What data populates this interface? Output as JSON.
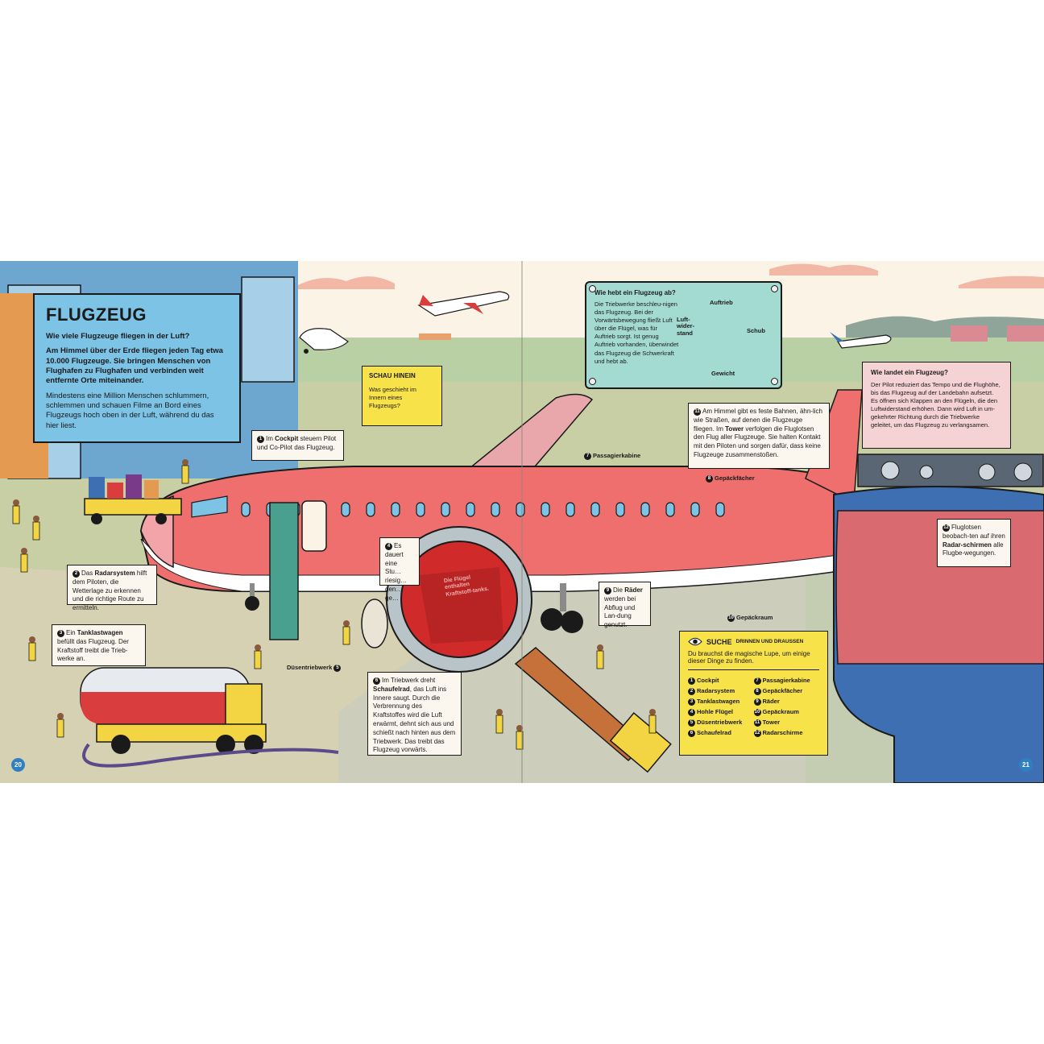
{
  "title_box": {
    "heading": "FLUGZEUG",
    "question": "Wie viele Flugzeuge fliegen in der Luft?",
    "answer": "Am Himmel über der Erde fliegen jeden Tag etwa 10.000 Flugzeuge. Sie bringen Menschen von Flughafen zu Flughafen und verbinden weit entfernte Orte miteinander.",
    "text": "Mindestens eine Million Menschen schlummern, schlemmen und schauen Filme an Bord eines Flugzeugs hoch oben in der Luft, während du das hier liest."
  },
  "peek": {
    "heading": "SCHAU HINEIN",
    "text": "Was geschieht im Innern eines Flugzeugs?"
  },
  "lift_box": {
    "heading": "Wie hebt ein Flugzeug ab?",
    "text": "Die Triebwerke beschleu-nigen das Flugzeug. Bei der Vorwärtsbewegung fließt Luft über die Flügel, was für Auftrieb sorgt. Ist genug Auftrieb vorhanden, überwindet das Flugzeug die Schwerkraft und hebt ab.",
    "labels": {
      "up": "Auftrieb",
      "right": "Schub",
      "left": "Luft-wider-stand",
      "down": "Gewicht"
    }
  },
  "land_box": {
    "heading": "Wie landet ein Flugzeug?",
    "text": "Der Pilot reduziert das Tempo und die Flughöhe, bis das Flugzeug auf der Landebahn aufsetzt. Es öffnen sich Klappen an den Flügeln, die den Luftwiderstand erhöhen. Dann wird Luft in um-gekehrter Richtung durch die Triebwerke geleitet, um das Flugzeug zu verlangsamen."
  },
  "callouts": {
    "cockpit": {
      "num": "1",
      "strong": "Cockpit",
      "pre": "Im ",
      "post": " steuern Pilot und Co-Pilot das Flugzeug."
    },
    "radar": {
      "num": "2",
      "strong": "Radarsystem",
      "pre": "Das ",
      "post": " hilft dem Piloten, die Wetterlage zu erkennen und die richtige Route zu ermitteln."
    },
    "tanker": {
      "num": "3",
      "strong": "Tanklastwagen",
      "pre": "Ein ",
      "post": " befüllt das Flugzeug. Der Kraftstoff treibt die Trieb-werke an."
    },
    "wing": {
      "num": "4",
      "pre": "Es dauert",
      "post": " eine Stu… riesig… den… ge…"
    },
    "fan": {
      "num": "6",
      "pre": "Im Triebwerk dreht ",
      "strong": "Schaufelrad",
      "post": ", das Luft ins Innere saugt. Durch die Verbrennung des Kraftstoffes wird die Luft erwärmt, dehnt sich aus und schießt nach hinten aus dem Triebwerk. Das treibt das Flugzeug vorwärts."
    },
    "wheels": {
      "num": "9",
      "pre": "Die ",
      "strong": "Räder",
      "post": " werden bei Abflug und Lan-dung genutzt."
    },
    "tower": {
      "num": "11",
      "pre": "Am Himmel gibt es feste Bahnen, ähn-lich wie Straßen, auf denen die Flugzeuge fliegen. Im ",
      "strong": "Tower",
      "post": " verfolgen die Fluglotsen den Flug aller Flugzeuge. Sie halten Kontakt mit den Piloten und sorgen dafür, dass keine Flugzeuge zusammenstoßen."
    },
    "screens": {
      "num": "12",
      "pre": "Fluglotsen beobach-ten auf ihren ",
      "strong": "Radar-schirmen",
      "post": " alle Flugbe-wegungen."
    }
  },
  "labels": {
    "passenger_cabin": {
      "num": "7",
      "text": "Passagierkabine"
    },
    "luggage_bins": {
      "num": "8",
      "text": "Gepäckfächer"
    },
    "cargo_hold": {
      "num": "10",
      "text": "Gepäckraum"
    },
    "engine": {
      "num": "5",
      "text": "Düsentriebwerk"
    }
  },
  "magnifier_text": "Die Flügel enthalten Kraftstoff-tanks.",
  "search": {
    "heading": "SUCHE",
    "heading_small": "DRINNEN UND DRAUSSEN",
    "text": "Du brauchst die magische Lupe, um einige dieser Dinge zu finden.",
    "items": [
      {
        "num": "1",
        "label": "Cockpit"
      },
      {
        "num": "7",
        "label": "Passagierkabine"
      },
      {
        "num": "2",
        "label": "Radarsystem"
      },
      {
        "num": "8",
        "label": "Gepäckfächer"
      },
      {
        "num": "3",
        "label": "Tanklastwagen"
      },
      {
        "num": "9",
        "label": "Räder"
      },
      {
        "num": "4",
        "label": "Hohle Flügel"
      },
      {
        "num": "10",
        "label": "Gepäckraum"
      },
      {
        "num": "5",
        "label": "Düsentriebwerk"
      },
      {
        "num": "11",
        "label": "Tower"
      },
      {
        "num": "6",
        "label": "Schaufelrad"
      },
      {
        "num": "12",
        "label": "Radarschirme"
      }
    ]
  },
  "pages": {
    "left": "20",
    "right": "21"
  },
  "colors": {
    "plane_red": "#d93d3d",
    "sky_blue": "#7cc3e6",
    "sign_yellow": "#f8e24a",
    "ground": "#c9cfa5",
    "tower_blue": "#3f6fb3",
    "lift_teal": "#a3dbd3"
  }
}
